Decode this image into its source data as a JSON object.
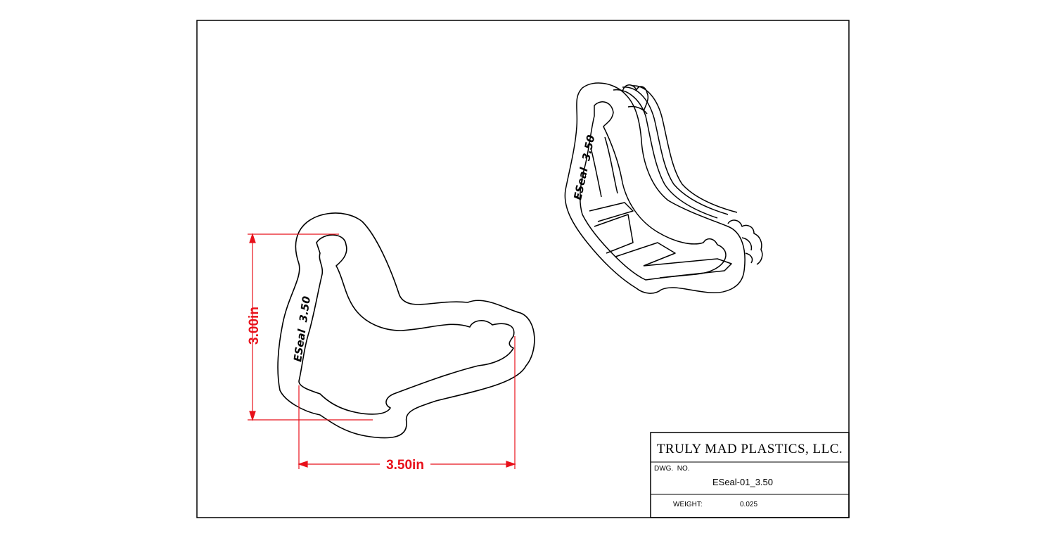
{
  "title_block": {
    "company": "TRULY MAD PLASTICS, LLC.",
    "dwg_no_label": "DWG.  NO.",
    "dwg_no_value": "ESeal-01_3.50",
    "weight_label": "WEIGHT:",
    "weight_value": "0.025"
  },
  "dimensions": {
    "height_label": "3.00in",
    "width_label": "3.50in"
  },
  "part": {
    "engraving_front": "ESeal  3.50",
    "engraving_iso": "ESeal  3.50"
  },
  "colors": {
    "dimension": "#e8101a",
    "linework": "#000000"
  }
}
